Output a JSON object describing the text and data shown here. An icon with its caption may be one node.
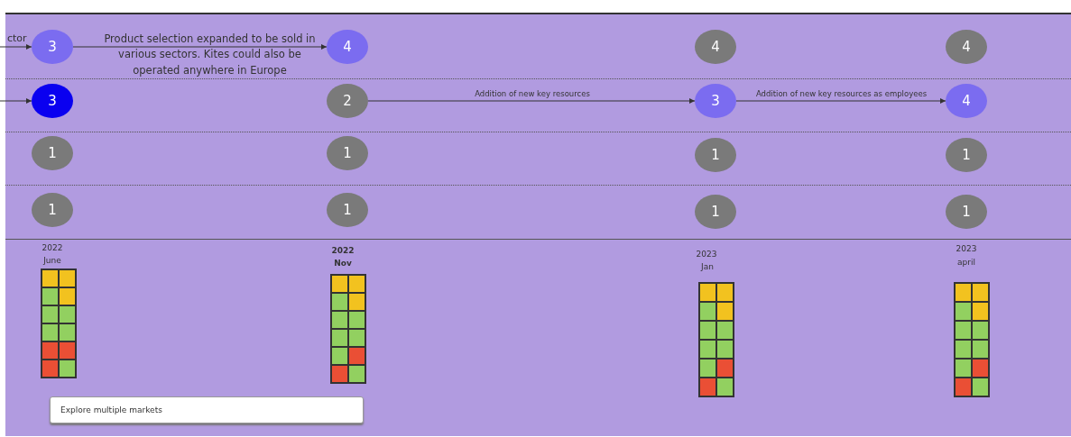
{
  "diagram": {
    "nodes": [
      {
        "text": [
          "3"
        ]
      },
      {
        "text": [
          "4"
        ]
      },
      {
        "text": [
          "4"
        ]
      },
      {
        "text": [
          "4"
        ]
      },
      {
        "text": [
          "3"
        ]
      },
      {
        "text": [
          "2"
        ]
      },
      {
        "text": [
          "3"
        ]
      },
      {
        "text": [
          "4"
        ]
      },
      {
        "text": [
          "1"
        ]
      },
      {
        "text": [
          "1"
        ]
      },
      {
        "text": [
          "1"
        ]
      },
      {
        "text": [
          "1"
        ]
      },
      {
        "text": [
          "1"
        ]
      },
      {
        "text": [
          "1"
        ]
      },
      {
        "text": [
          "1"
        ]
      },
      {
        "text": [
          "1"
        ]
      },
      {
        "text": [
          "Explore multiple markets"
        ]
      }
    ],
    "edges": [
      {
        "from": null,
        "to": 0,
        "arrow": "to",
        "label": "ctor"
      },
      {
        "from": 0,
        "to": 1,
        "arrow": "to",
        "label": "Product selection expanded to be sold in various sectors. Kites could also be operated anywhere in Europe"
      },
      {
        "from": null,
        "to": 4,
        "arrow": "to"
      },
      {
        "from": 5,
        "to": 6,
        "arrow": "to",
        "label": "Addition of new key resources"
      },
      {
        "from": 6,
        "to": 7,
        "arrow": "to",
        "label": "Addition of new key resources as employees"
      }
    ],
    "labels": [
      "2022",
      "June",
      "2022",
      "Nov",
      "2023",
      "Jan",
      "2023",
      "april"
    ]
  }
}
